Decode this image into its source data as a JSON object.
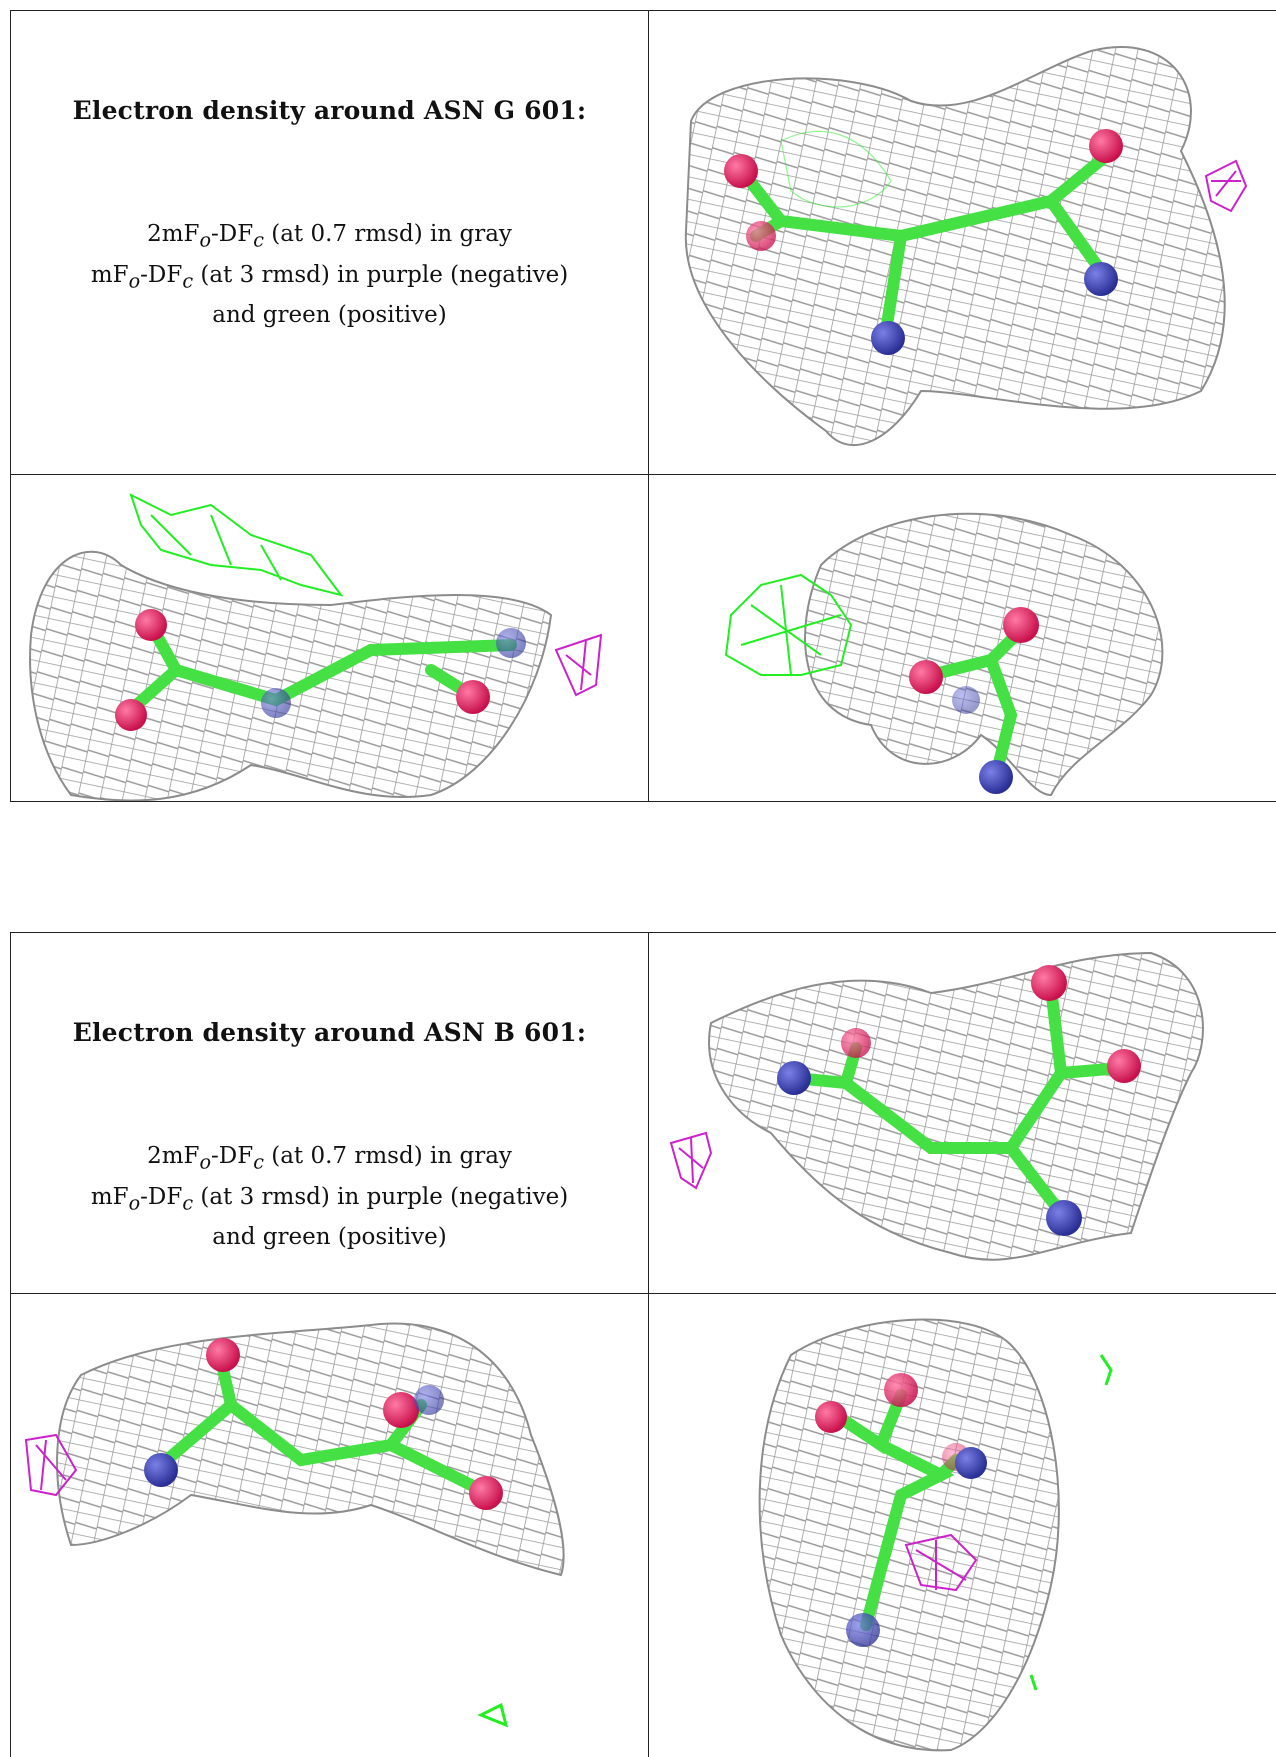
{
  "blocks": [
    {
      "title": "Electron density around ASN G 601:",
      "line1_prefix": "2mF",
      "line1_suffix": " (at 0.7 rmsd) in gray",
      "line2_prefix": "mF",
      "line2_suffix": " (at 3 rmsd) in purple (negative)",
      "line3": "and green (positive)",
      "sub_o": "o",
      "sub_c": "c",
      "mid": "-DF"
    },
    {
      "title": "Electron density around ASN B 601:",
      "line1_prefix": "2mF",
      "line1_suffix": " (at 0.7 rmsd) in gray",
      "line2_prefix": "mF",
      "line2_suffix": " (at 3 rmsd) in purple (negative)",
      "line3": "and green (positive)",
      "sub_o": "o",
      "sub_c": "c",
      "mid": "-DF"
    }
  ],
  "colors": {
    "mesh_gray": "#9a9a9a",
    "mesh_green": "#22ee22",
    "mesh_purple": "#cc22cc",
    "atom_red": "#e0195e",
    "atom_blue": "#3a3fb0",
    "bond_green": "#44e044"
  }
}
